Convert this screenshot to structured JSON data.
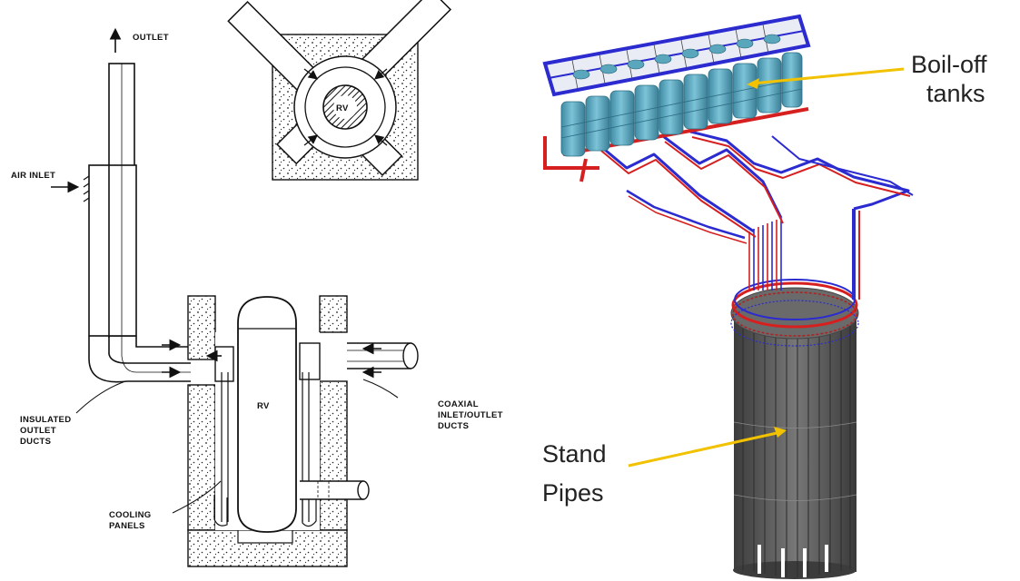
{
  "schematic": {
    "outlet": "OUTLET",
    "air_inlet": "AIR INLET",
    "rv_main": "RV",
    "rv_plan": "RV",
    "insulated_outlet_ducts": [
      "INSULATED",
      "OUTLET",
      "DUCTS"
    ],
    "coaxial_ducts": [
      "COAXIAL",
      "INLET/OUTLET",
      "DUCTS"
    ],
    "cooling_panels": [
      "COOLING",
      "PANELS"
    ]
  },
  "callouts": {
    "boil_off_tanks": [
      "Boil-off",
      "tanks"
    ],
    "stand_pipes": [
      "Stand",
      "Pipes"
    ]
  },
  "colors": {
    "tank_fill": "#5aa6bd",
    "blue_pipe": "#2b2bd0",
    "red_pipe": "#d62020",
    "standpipe_fill": "#5a5a5a",
    "leader_line": "#f2c200",
    "concrete_dot": "#222222"
  }
}
